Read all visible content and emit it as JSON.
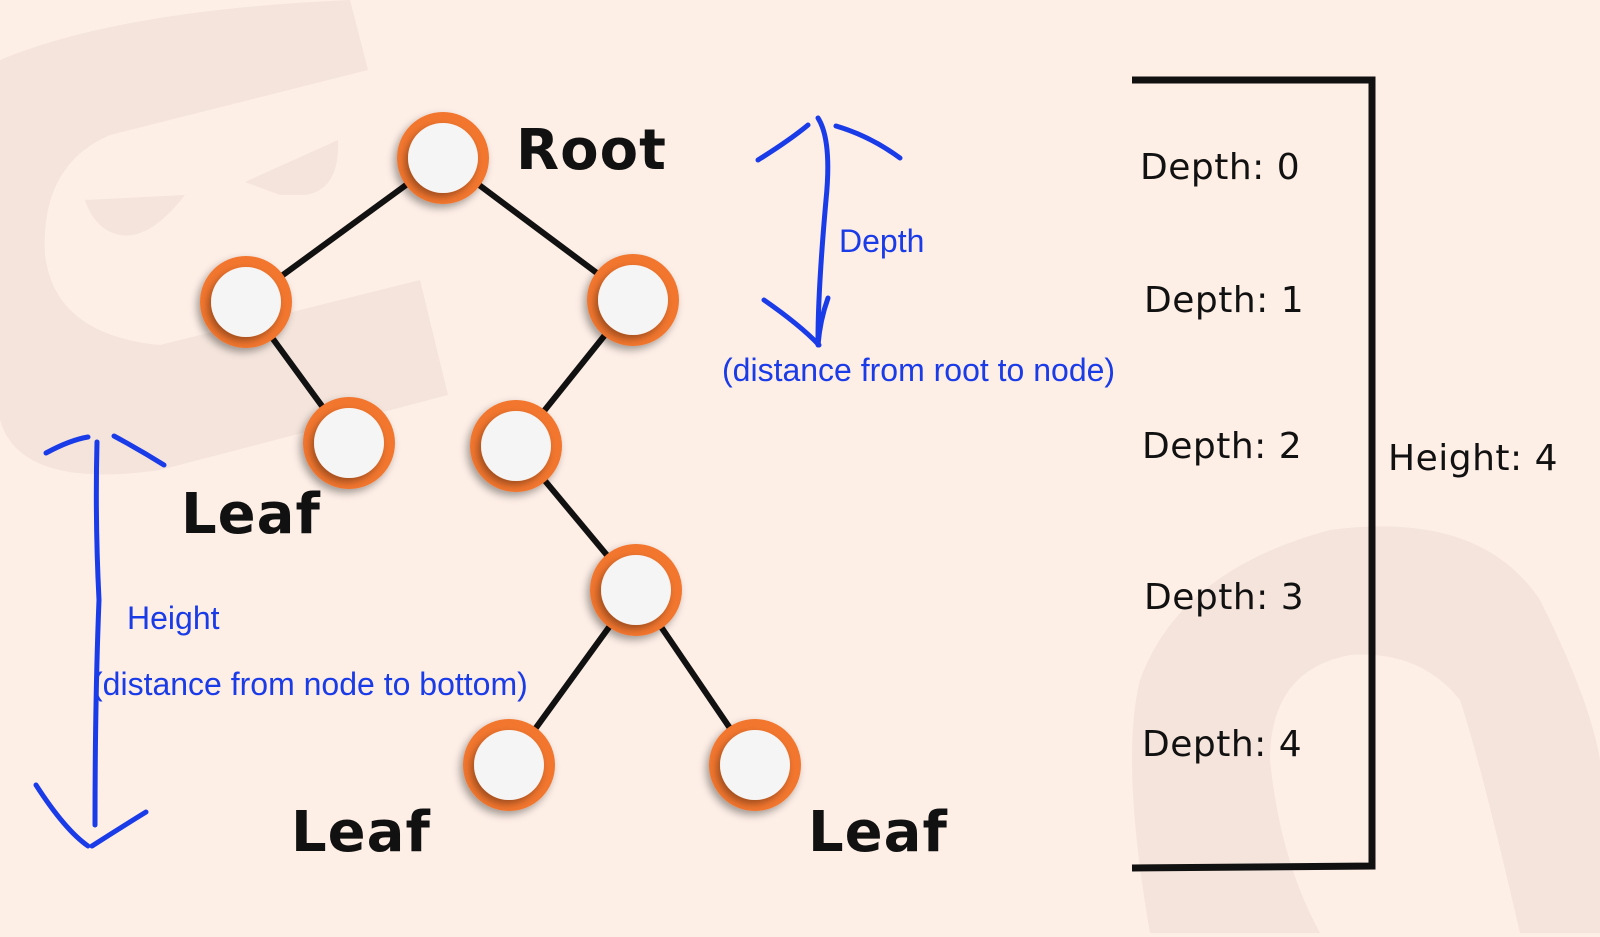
{
  "colors": {
    "background": "#fdeee6",
    "watermark": "#f4e4dc",
    "node_ring": "#f2762e",
    "node_fill": "#f5f5f5",
    "edge": "#111111",
    "annotation": "#1a3be8",
    "text": "#111111"
  },
  "tree": {
    "nodes": [
      {
        "id": "root",
        "depth": 0
      },
      {
        "id": "n1-left",
        "depth": 1
      },
      {
        "id": "n1-right",
        "depth": 1
      },
      {
        "id": "n2-left-leaf",
        "depth": 2
      },
      {
        "id": "n2-right",
        "depth": 2
      },
      {
        "id": "n3",
        "depth": 3
      },
      {
        "id": "n4-left-leaf",
        "depth": 4
      },
      {
        "id": "n4-right-leaf",
        "depth": 4
      }
    ],
    "edges": [
      [
        "root",
        "n1-left"
      ],
      [
        "root",
        "n1-right"
      ],
      [
        "n1-left",
        "n2-left-leaf"
      ],
      [
        "n1-right",
        "n2-right"
      ],
      [
        "n2-right",
        "n3"
      ],
      [
        "n3",
        "n4-left-leaf"
      ],
      [
        "n3",
        "n4-right-leaf"
      ]
    ]
  },
  "labels": {
    "root": "Root",
    "leaf_1": "Leaf",
    "leaf_2": "Leaf",
    "leaf_3": "Leaf"
  },
  "depth_annotation": {
    "title": "Depth",
    "subtitle": "(distance from root to node)"
  },
  "height_annotation": {
    "title": "Height",
    "subtitle": "(distance from node to bottom)"
  },
  "depth_levels": [
    "Depth: 0",
    "Depth: 1",
    "Depth: 2",
    "Depth: 3",
    "Depth: 4"
  ],
  "tree_height_label": "Height: 4"
}
